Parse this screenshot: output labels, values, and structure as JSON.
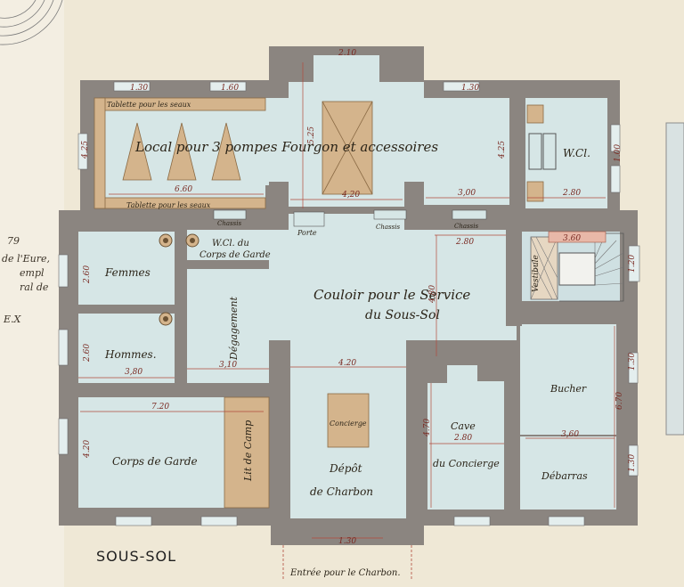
{
  "plan_title": "SOUS-SOL",
  "margin_notes": {
    "line1": "79",
    "line2": "de l'Eure,",
    "line3": "empl",
    "line4": "ral de",
    "mark": "E.X"
  },
  "rooms": {
    "local_pompes": "Local pour 3 pompes Fourgon et accessoires",
    "tablette_top": "Tablette pour les seaux",
    "tablette_bottom": "Tablette pour les seaux",
    "wc_top": "W.Cl.",
    "wc_garde_1": "W.Cl. du",
    "wc_garde_2": "Corps de Garde",
    "porte": "Porte",
    "chassis_1": "Chassis",
    "chassis_2": "Chassis",
    "chassis_3": "Chassis",
    "femmes": "Femmes",
    "hommes": "Hommes.",
    "degagement": "Dégagement",
    "couloir_1": "Couloir pour le Service",
    "couloir_2": "du Sous-Sol",
    "vestibule": "Vestibule",
    "corps_garde": "Corps de Garde",
    "lit_camp": "Lit de Camp",
    "concierge": "Concierge",
    "depot_1": "Dépôt",
    "depot_2": "de Charbon",
    "cave_1": "Cave",
    "cave_2": "du Concierge",
    "bucher": "Bucher",
    "debarras": "Débarras",
    "entree_charbon": "Entrée pour le Charbon."
  },
  "dimensions": {
    "d1": "1.30",
    "d2": "1.60",
    "d3": "2.10",
    "d4": "1.30",
    "d5": "4.25",
    "d6": "5.25",
    "d7": "4.25",
    "d8": "1.00",
    "d9": "6.60",
    "d10": "4,20",
    "d11": "3,00",
    "d12": "2.80",
    "d13": "2.80",
    "d14": "3.60",
    "d15": "2.60",
    "d16": "4.80",
    "d17": "1.20",
    "d18": "2.60",
    "d19": "3,80",
    "d20": "3,10",
    "d21": "4.20",
    "d22": "1.30",
    "d23": "7.20",
    "d24": "4.20",
    "d25": "4.70",
    "d26": "2.80",
    "d27": "3,60",
    "d28": "6.70",
    "d29": "1.30",
    "d30": "1.30"
  }
}
